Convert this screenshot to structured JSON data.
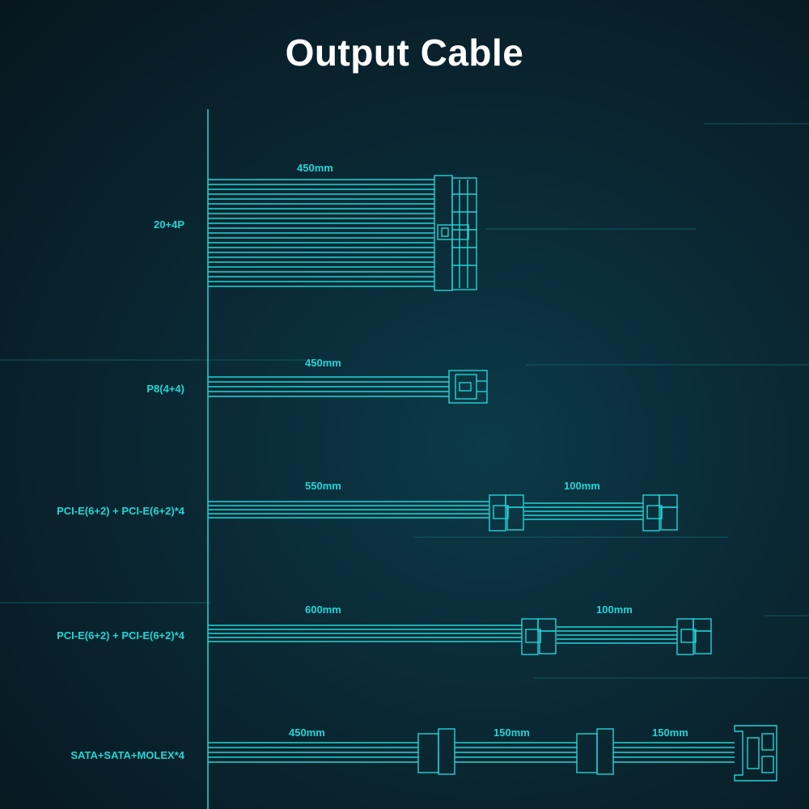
{
  "title": "Output Cable",
  "accent_color": "#22d5d5",
  "cables": [
    {
      "label": "20+4P",
      "lengths": [
        "450mm"
      ]
    },
    {
      "label": "P8(4+4)",
      "lengths": [
        "450mm"
      ]
    },
    {
      "label": "PCI-E(6+2) + PCI-E(6+2)*4",
      "lengths": [
        "550mm",
        "100mm"
      ]
    },
    {
      "label": "PCI-E(6+2) + PCI-E(6+2)*4",
      "lengths": [
        "600mm",
        "100mm"
      ]
    },
    {
      "label": "SATA+SATA+MOLEX*4",
      "lengths": [
        "450mm",
        "150mm",
        "150mm"
      ]
    }
  ]
}
